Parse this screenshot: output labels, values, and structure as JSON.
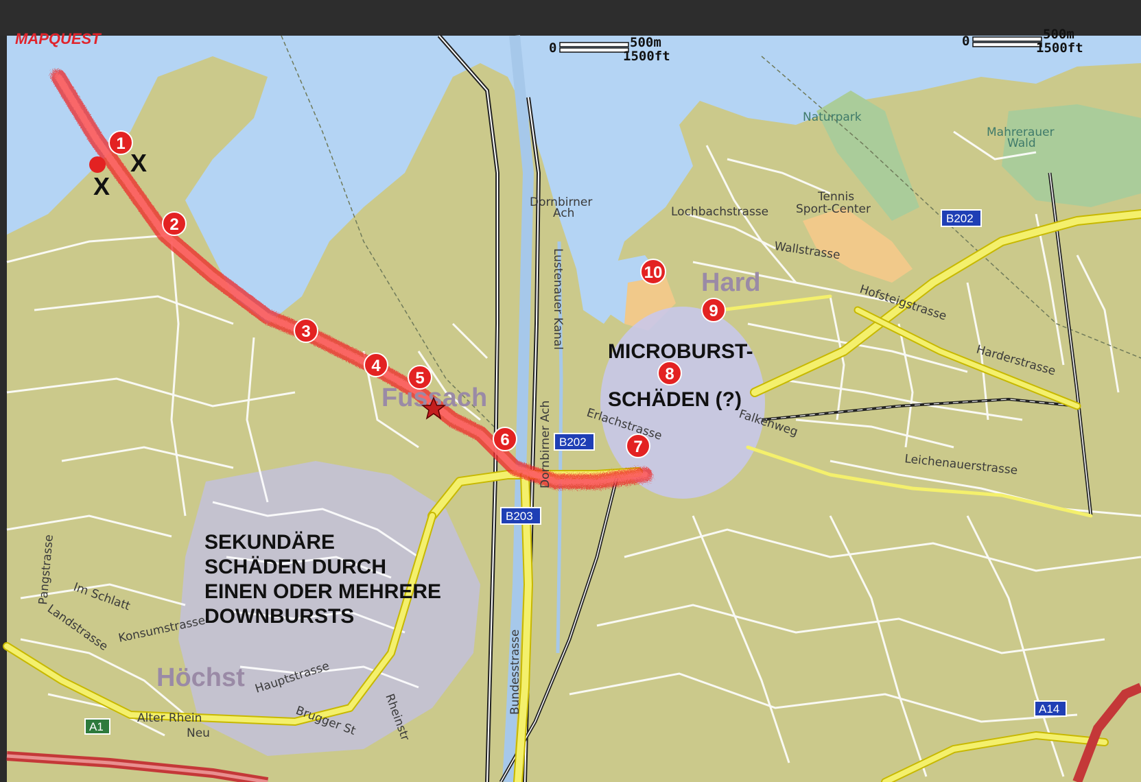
{
  "logo": "MAPQUEST",
  "scale": {
    "zero": "0",
    "meters": "500m",
    "feet": "1500ft",
    "meters_right": "500m",
    "feet_right": "1500ft"
  },
  "towns": {
    "fussach": "Fussach",
    "hard": "Hard",
    "hoechst": "Höchst"
  },
  "map_labels": {
    "naturpark": "Naturpark",
    "mahrerauer_1": "Mahrerauer",
    "mahrerauer_2": "Wald",
    "tennis_1": "Tennis",
    "tennis_2": "Sport-Center",
    "dornbirner_ach_1": "Dornbirner",
    "dornbirner_ach_2": "Ach",
    "lochbachstrasse": "Lochbachstrasse",
    "wallstrasse": "Wallstrasse",
    "hofsteigstrasse": "Hofsteigstrasse",
    "harderstrasse": "Harderstrasse",
    "lustenauer_kanal": "Lustenauer Kanal",
    "dornbirner_ach_v": "Dornbirner Ach",
    "erlachstrasse": "Erlachstrasse",
    "falkenweg": "Falkenweg",
    "leichenauerstrasse": "Leichenauerstrasse",
    "bundesstrasse": "Bundesstrasse",
    "pangstrasse": "Pangstrasse",
    "im_schlatt": "Im Schlatt",
    "landstrasse": "Landstrasse",
    "konsumstrasse": "Konsumstrasse",
    "hauptstrasse": "Hauptstrasse",
    "alter_rhein": "Alter Rhein",
    "brugger_str": "Brugger St",
    "rheinstr": "Rheinstr",
    "neu": "Neu"
  },
  "road_shields": {
    "b202_center": "B202",
    "b202_east": "B202",
    "b203": "B203",
    "a1": "A1",
    "a14": "A14"
  },
  "annotations": {
    "microburst_1": "MICROBURST-",
    "microburst_2": "SCHÄDEN (?)",
    "secondary_1": "SEKUNDÄRE",
    "secondary_2": "SCHÄDEN DURCH",
    "secondary_3": "EINEN ODER MEHRERE",
    "secondary_4": "DOWNBURSTS"
  },
  "markers": [
    "1",
    "2",
    "3",
    "4",
    "5",
    "6",
    "7",
    "8",
    "9",
    "10"
  ],
  "x_marks": [
    "X",
    "X"
  ],
  "colors": {
    "water": "#b4d4f4",
    "land": "#cdc98a",
    "road": "#f2ef6e",
    "marker": "#e32222",
    "track": "#ee2a2a",
    "damage_zone": "#c8c8ee"
  }
}
